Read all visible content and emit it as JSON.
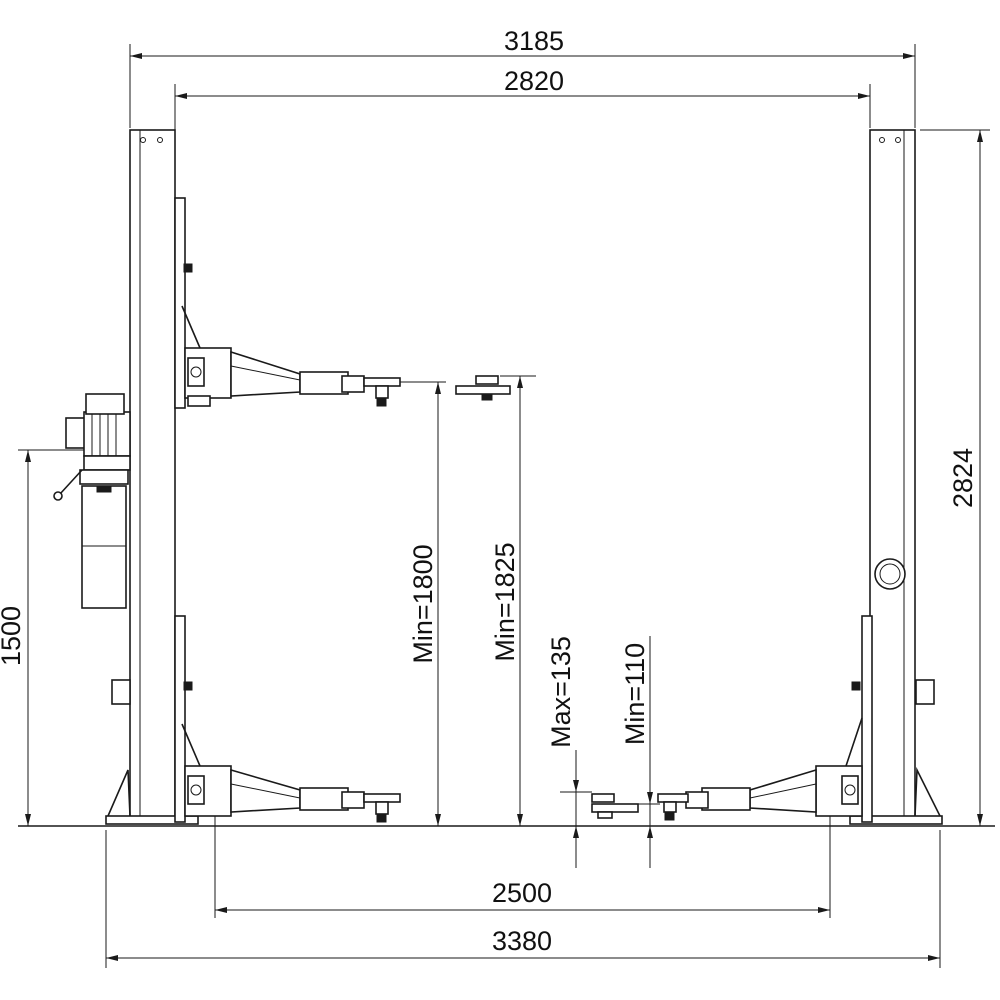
{
  "dimensions": {
    "overall_top_width": "3185",
    "inner_top_width": "2820",
    "overall_height": "2824",
    "motor_height": "1500",
    "min_upper_arm_height": "Min=1800",
    "min_upper_pad_height": "Min=1825",
    "max_pad_height": "Max=135",
    "min_pad_height": "Min=110",
    "inner_base_width": "2500",
    "overall_base_width": "3380"
  }
}
